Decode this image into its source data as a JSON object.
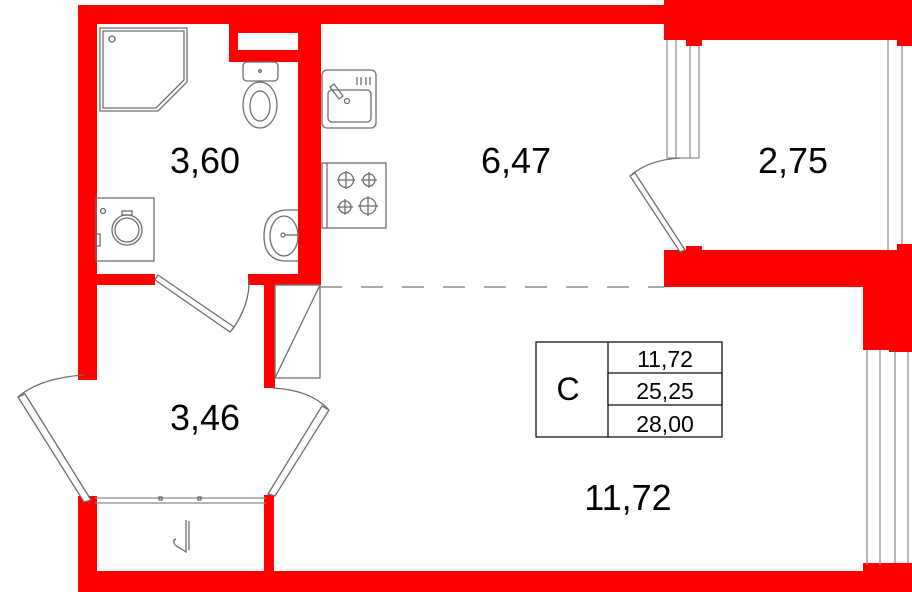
{
  "plan": {
    "type": "apartment floor plan",
    "wall_color": "#ff0000",
    "rooms": [
      {
        "id": "bathroom",
        "area": "3,60"
      },
      {
        "id": "kitchen",
        "area": "6,47"
      },
      {
        "id": "balcony",
        "area": "2,75"
      },
      {
        "id": "hallway",
        "area": "3,46"
      },
      {
        "id": "living-room",
        "area": "11,72"
      }
    ],
    "legend": {
      "apartment_type": "C",
      "living_area": "11,72",
      "total_area": "25,25",
      "total_area_with_balcony": "28,00"
    }
  }
}
